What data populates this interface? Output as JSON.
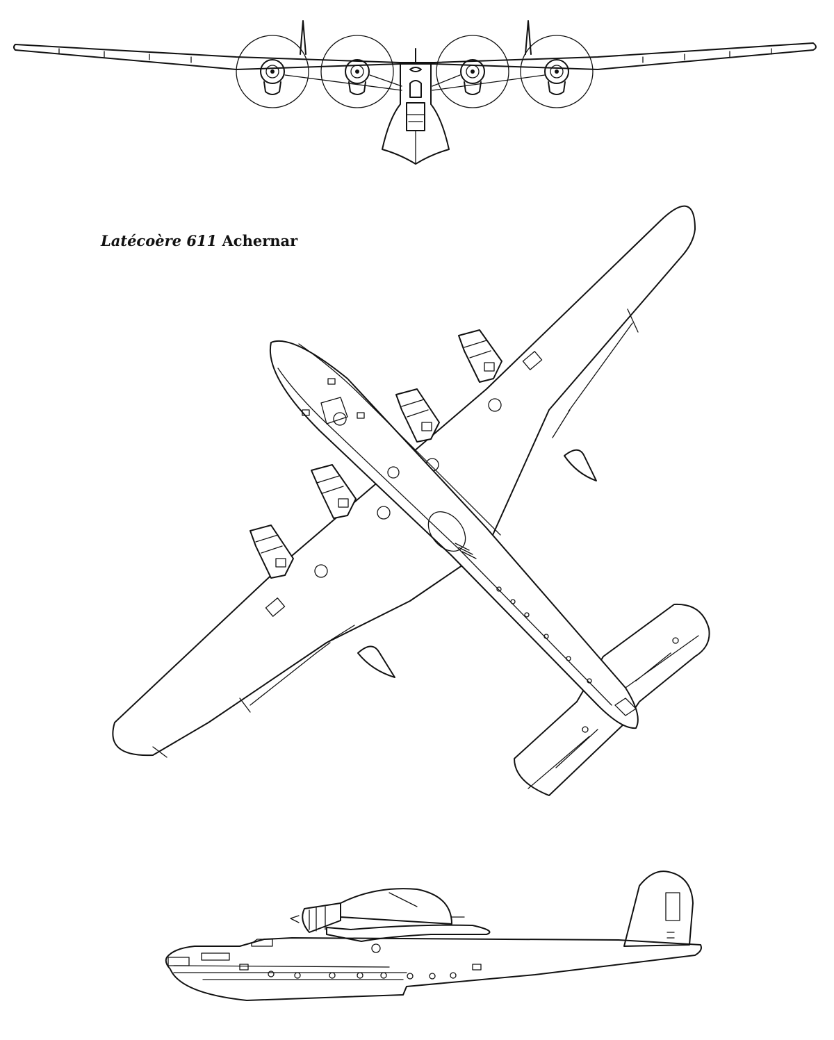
{
  "caption": {
    "model": "Latécoère 611",
    "name": "Achernar"
  },
  "views": [
    "front-view",
    "plan-view",
    "side-view"
  ],
  "colors": {
    "line": "#111111",
    "background": "#ffffff"
  }
}
